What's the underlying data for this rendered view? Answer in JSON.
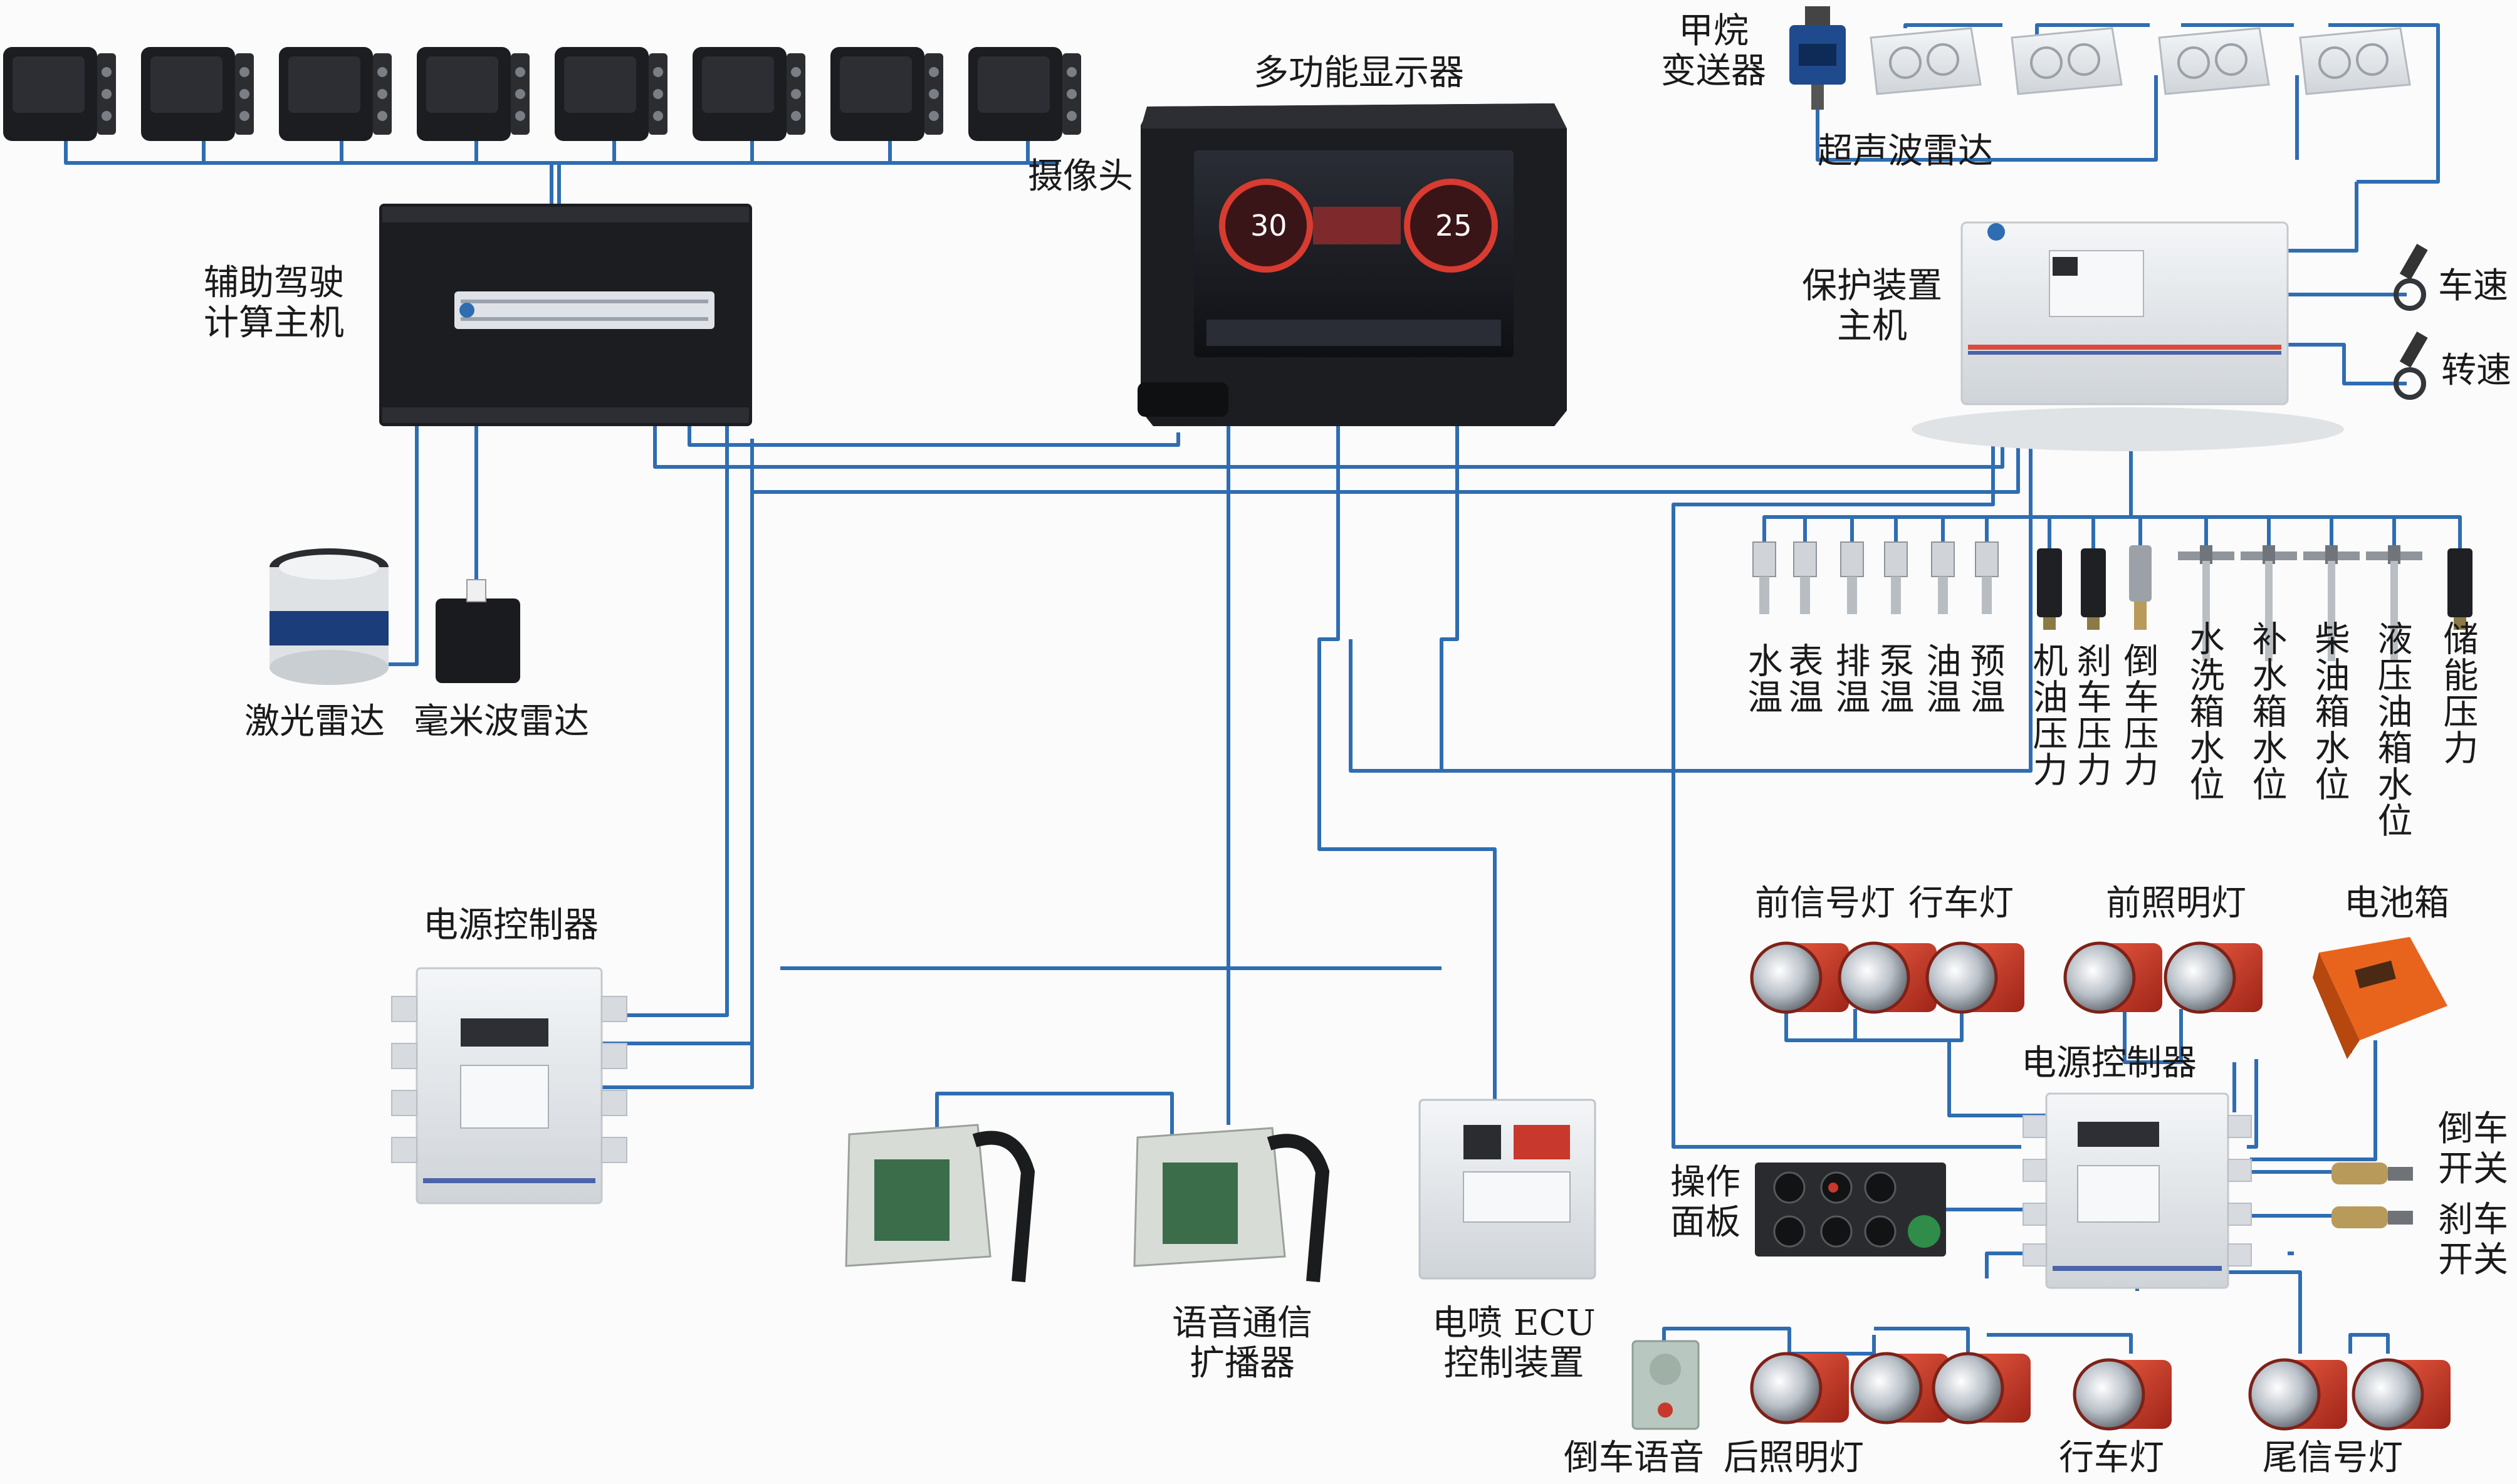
{
  "wire_color": "#2f6db2",
  "device_dark": "#1c1d20",
  "box_light": "#e9ecef",
  "lamp_red": "#c8382c",
  "box_orange": "#e8641d",
  "display": {
    "label": "多功能显示器",
    "gauge_left": "30",
    "gauge_right": "25"
  },
  "camera": {
    "label": "摄像头",
    "count": 8
  },
  "adas_host": {
    "label": "辅助驾驶\n计算主机"
  },
  "lidar": {
    "label": "激光雷达"
  },
  "mmwave": {
    "label": "毫米波雷达"
  },
  "methane": {
    "label": "甲烷\n变送器"
  },
  "ultrasonic": {
    "label": "超声波雷达",
    "count": 4
  },
  "protection_host": {
    "label": "保护装置\n主机"
  },
  "speed": {
    "label": "车速"
  },
  "rpm": {
    "label": "转速"
  },
  "sensors": [
    {
      "label": "水温"
    },
    {
      "label": "表温"
    },
    {
      "label": "排温"
    },
    {
      "label": "泵温"
    },
    {
      "label": "油温"
    },
    {
      "label": "预温"
    },
    {
      "label": "机油压力"
    },
    {
      "label": "刹车压力"
    },
    {
      "label": "倒车压力"
    },
    {
      "label": "水洗箱水位"
    },
    {
      "label": "补水箱水位"
    },
    {
      "label": "柴油箱水位"
    },
    {
      "label": "液压油箱水位"
    },
    {
      "label": "储能压力"
    }
  ],
  "power_ctrl_left": {
    "label": "电源控制器"
  },
  "power_ctrl_right": {
    "label": "电源控制器"
  },
  "front_signal": {
    "label": "前信号灯"
  },
  "drive_light_top": {
    "label": "行车灯"
  },
  "front_headlight": {
    "label": "前照明灯"
  },
  "battery_box": {
    "label": "电池箱"
  },
  "reverse_switch": {
    "label": "倒车\n开关"
  },
  "brake_switch": {
    "label": "刹车\n开关"
  },
  "op_panel": {
    "label": "操作\n面板"
  },
  "voice": {
    "label": "语音通信\n扩播器"
  },
  "ecu": {
    "label": "电喷 ECU\n控制装置"
  },
  "reverse_voice": {
    "label": "倒车语音"
  },
  "rear_headlight": {
    "label": "后照明灯"
  },
  "drive_light_bottom": {
    "label": "行车灯"
  },
  "tail_light": {
    "label": "尾信号灯"
  }
}
